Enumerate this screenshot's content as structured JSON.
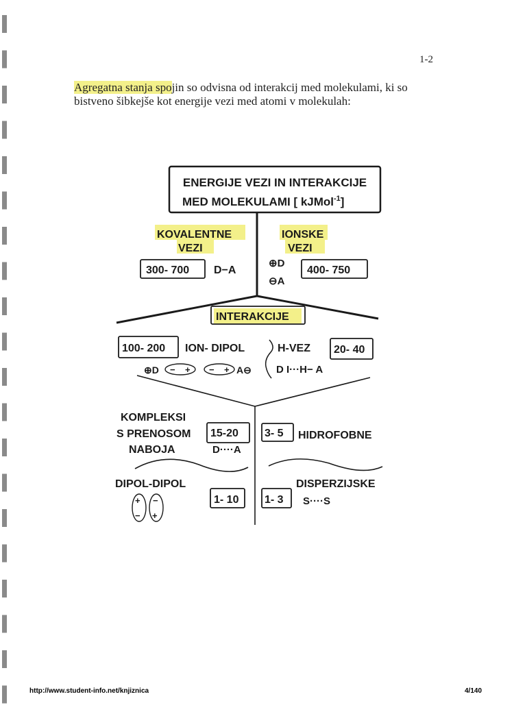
{
  "page_number": "1-2",
  "intro": {
    "highlighted": "Agregatna stanja spo",
    "rest_line1": "jin so odvisna od interakcij med molekulami, ki so",
    "line2": "bistveno šibkejše kot energije vezi med atomi v molekulah:"
  },
  "diagram": {
    "title_line1": "ENERGIJE VEZI IN INTERAKCIJE",
    "title_line2": "MED MOLEKULAMI [ kJMol",
    "title_sup": "-1",
    "title_end": "]",
    "covalent": {
      "label1": "KOVALENTNE",
      "label2": "VEZI",
      "range": "300- 700",
      "formula": "D−A"
    },
    "ionic": {
      "label1": "IONSKE",
      "label2": "VEZI",
      "donor": "⊕D",
      "acceptor": "⊖A",
      "range": "400- 750"
    },
    "interactions_label": "INTERAKCIJE",
    "ion_dipole": {
      "range": "100- 200",
      "label": "ION- DIPOL",
      "donor": "⊕D",
      "minus": "−",
      "plus": "+",
      "acceptor": "A⊖"
    },
    "h_bond": {
      "label": "H-VEZ",
      "range": "20- 40",
      "formula": "D I···H− A"
    },
    "charge_transfer": {
      "label1": "KOMPLEKSI",
      "label2": "S PRENOSOM",
      "label3": "NABOJA",
      "range": "15-20",
      "formula": "D····A"
    },
    "hydrophobic": {
      "range": "3- 5",
      "label": "HIDROFOBNE"
    },
    "dipole_dipole": {
      "label": "DIPOL-DIPOL",
      "range": "1- 10",
      "plus": "+",
      "minus": "−"
    },
    "dispersion": {
      "label": "DISPERZIJSKE",
      "range": "1- 3",
      "formula": "S····S"
    }
  },
  "footer": {
    "url": "http://www.student-info.net/knjiznica",
    "page": "4/140"
  },
  "colors": {
    "highlight": "#f3f08a",
    "ink": "#1a1a1a"
  }
}
